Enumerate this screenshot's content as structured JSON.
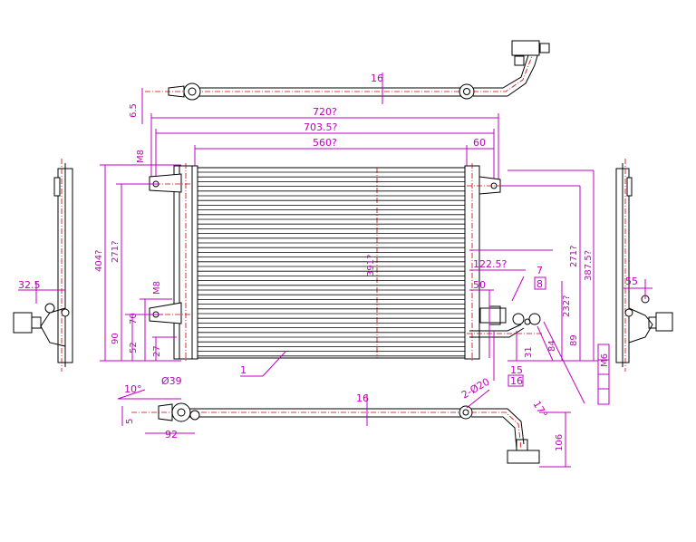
{
  "drawing": {
    "dimensions": {
      "top_pipe_dia": "16",
      "bottom_pipe_dia": "16",
      "offset_6_5": "6.5",
      "overall_width": "720?",
      "width_703": "703.5?",
      "core_width": "560?",
      "dim_60": "60",
      "bolt_top": "M8",
      "bolt_bottom": "M8",
      "overall_height": "404?",
      "height_271_left": "271?",
      "dim_90": "90",
      "dim_70": "70",
      "dim_52": "52",
      "dim_27": "27",
      "core_height": "391?",
      "dim_122_5": "122.5?",
      "dim_7": "7",
      "dim_8": "8",
      "dim_50": "50",
      "dim_232": "232?",
      "height_271_right": "271?",
      "height_387_5": "387.5?",
      "dim_89": "89",
      "dim_84": "84",
      "dim_31": "31",
      "dim_15": "15",
      "dim_16_small": "16",
      "dim_32_5": "32.5",
      "dim_55": "55",
      "angle_10": "10°",
      "dim_5": "5",
      "dia_39": "Ø39",
      "dim_92": "92",
      "dia_20": "2-Ø20",
      "angle_17": "17°",
      "dim_106": "106",
      "right_stack": "M6",
      "part_number": "1"
    }
  }
}
